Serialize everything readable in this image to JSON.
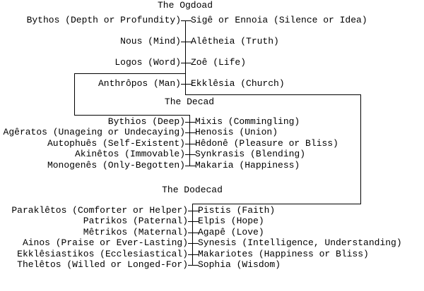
{
  "diagram": {
    "background": "#ffffff",
    "line_color": "#000000",
    "text_color": "#000000",
    "sections": [
      {
        "title": "The Ogdoad",
        "pairs": [
          {
            "left": "Bythos (Depth or Profundity)",
            "right": "Sigê or Ennoia (Silence or Idea)"
          },
          {
            "left": "Nous (Mind)",
            "right": "Alêtheia (Truth)"
          },
          {
            "left": "Logos (Word)",
            "right": "Zoê (Life)"
          },
          {
            "left": "Anthrôpos (Man)",
            "right": "Ekklêsia (Church)"
          }
        ]
      },
      {
        "title": "The Decad",
        "pairs": [
          {
            "left": "Bythios (Deep)",
            "right": "Mixis (Commingling)"
          },
          {
            "left": "Agêratos (Unageing or Undecaying)",
            "right": "Henosis (Union)"
          },
          {
            "left": "Autophuês (Self-Existent)",
            "right": "Hêdonê (Pleasure or Bliss)"
          },
          {
            "left": "Akinêtos (Immovable)",
            "right": "Synkrasis (Blending)"
          },
          {
            "left": "Monogenês (Only-Begotten)",
            "right": "Makaria (Happiness)"
          }
        ]
      },
      {
        "title": "The Dodecad",
        "pairs": [
          {
            "left": "Paraklêtos (Comforter or Helper)",
            "right": "Pistis (Faith)"
          },
          {
            "left": "Patrikos (Paternal)",
            "right": "Elpis (Hope)"
          },
          {
            "left": "Mêtrikos (Maternal)",
            "right": "Agapê (Love)"
          },
          {
            "left": "Ainos (Praise or Ever-Lasting)",
            "right": "Synesis (Intelligence, Understanding)"
          },
          {
            "left": "Ekklêsiastikos (Ecclesiastical)",
            "right": "Makariotes (Happiness or Bliss)"
          },
          {
            "left": "Thelêtos (Willed or Longed-For)",
            "right": "Sophia (Wisdom)"
          }
        ]
      }
    ]
  }
}
